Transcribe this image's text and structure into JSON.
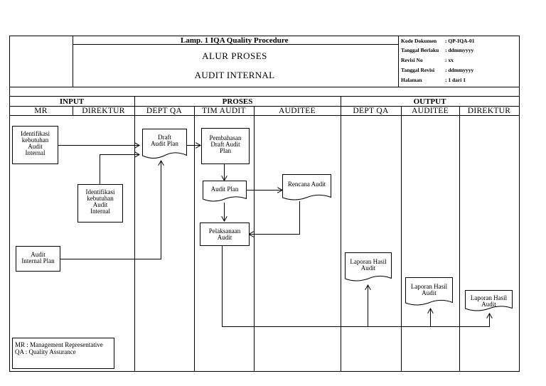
{
  "header": {
    "lamp": "Lamp. 1 IQA Quality Procedure",
    "title1": "ALUR PROSES",
    "title2": "AUDIT INTERNAL",
    "meta": [
      {
        "label": "Kode Dokumen",
        "value": ": QP-IQA-01"
      },
      {
        "label": "Tanggal Berlaku",
        "value": ": ddmmyyyy"
      },
      {
        "label": "Revisi  No",
        "value": ": xx"
      },
      {
        "label": "Tanggal Revisi",
        "value": ": ddmmyyyy"
      },
      {
        "label": "Halaman",
        "value": ": 1 dari 1"
      }
    ]
  },
  "sections": {
    "input": "INPUT",
    "proses": "PROSES",
    "output": "OUTPUT"
  },
  "columns": [
    "MR",
    "DIREKTUR",
    "DEPT QA",
    "TIM AUDIT",
    "AUDITEE",
    "DEPT QA",
    "AUDITEE",
    "DIREKTUR"
  ],
  "nodes": {
    "mr_identifikasi": "Identifikasi\nkebutuhan\nAudit\nInternal",
    "dir_identifikasi": "Identifikasi\nkebutuhan\nAudit\nInternal",
    "mr_plan": "Audit\nInternal Plan",
    "draft_plan": "Draft\nAudit Plan",
    "pembahasan": "Pembahasan\nDraft Audit\nPlan",
    "audit_plan": "Audit Plan",
    "rencana_audit": "Rencana Audit",
    "pelaksanaan": "Pelaksanaan\nAudit",
    "laporan_qa": "Laporan Hasil\nAudit",
    "laporan_auditee": "Laporan Hasil\nAudit",
    "laporan_direktur": "Laporan Hasil\nAudit"
  },
  "legend": [
    "MR  : Management Representative",
    "QA  : Quality Assurance"
  ]
}
